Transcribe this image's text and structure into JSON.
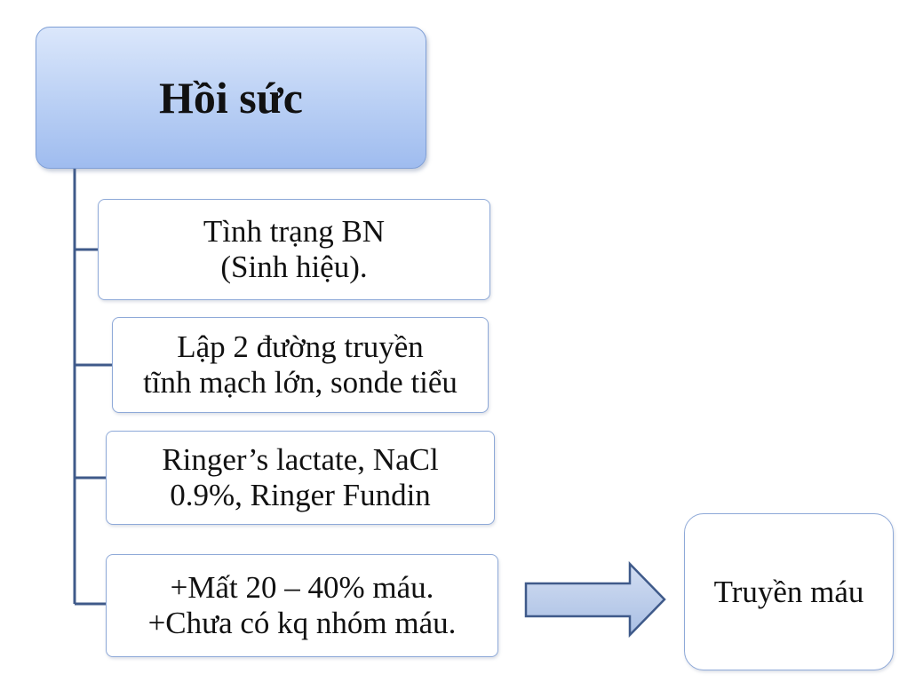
{
  "title": "Hồi sức",
  "steps": [
    {
      "lines": [
        "Tình trạng BN",
        "(Sinh hiệu)."
      ]
    },
    {
      "lines": [
        "Lập 2 đường truyền",
        "tĩnh mạch lớn, sonde tiểu"
      ]
    },
    {
      "lines": [
        "Ringer’s lactate, NaCl",
        "0.9%, Ringer Fundin"
      ]
    },
    {
      "lines": [
        "+Mất 20 – 40% máu.",
        "+Chưa có kq nhóm máu."
      ]
    }
  ],
  "result": "Truyền máu",
  "colors": {
    "connector": "#3f5a8a",
    "box_border": "#8ea9d8",
    "title_fill_top": "#dbe7fb",
    "title_fill_bottom": "#9fbcef",
    "arrow_fill": "#bfd0ec",
    "arrow_stroke": "#3f5a8a"
  }
}
